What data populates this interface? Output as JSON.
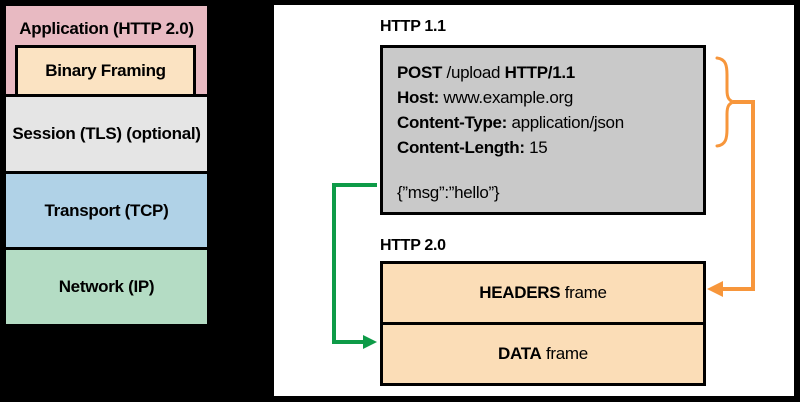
{
  "stack": {
    "application": {
      "label": "Application (HTTP 2.0)",
      "color": "#E8BAC2"
    },
    "binary_framing": {
      "label": "Binary Framing",
      "color": "#FBE3C2"
    },
    "layers": [
      {
        "label": "Session (TLS) (optional)",
        "color": "#E5E5E5"
      },
      {
        "label": "Transport (TCP)",
        "color": "#B0D2E7"
      },
      {
        "label": "Network (IP)",
        "color": "#B4DCC4"
      }
    ]
  },
  "diagram": {
    "http11_label": "HTTP 1.1",
    "http20_label": "HTTP 2.0",
    "request": {
      "lines": [
        {
          "b1": "POST",
          "mid": " /upload ",
          "b2": "HTTP/1.1"
        },
        {
          "b1": "Host:",
          "mid": " www.example.org",
          "b2": ""
        },
        {
          "b1": "Content-Type:",
          "mid": " application/json",
          "b2": ""
        },
        {
          "b1": "Content-Length:",
          "mid": " 15",
          "b2": ""
        }
      ],
      "body": "{”msg”:”hello”}"
    },
    "frames": [
      {
        "bold": "HEADERS",
        "rest": " frame"
      },
      {
        "bold": "DATA",
        "rest": " frame"
      }
    ],
    "colors": {
      "request_box_bg": "#C9C9C9",
      "frame_bg": "#FBDDB7",
      "arrow_orange": "#F7963B",
      "arrow_green": "#0E9B48"
    }
  }
}
